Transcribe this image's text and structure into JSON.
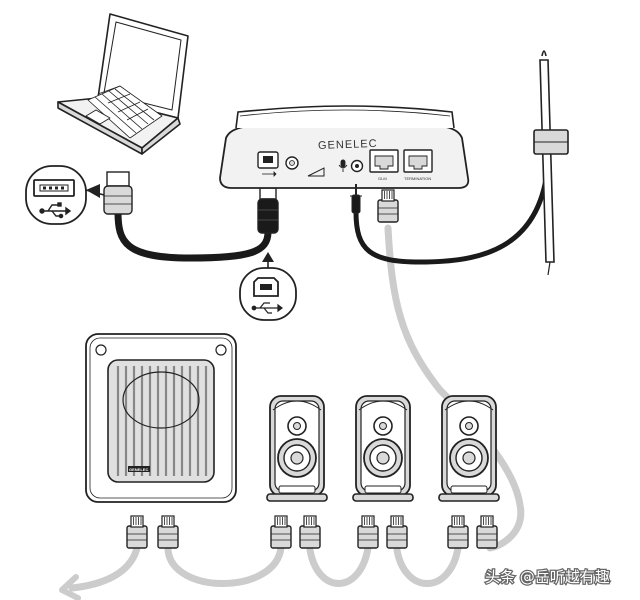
{
  "diagram": {
    "interface_brand": "GENELEC",
    "port_labels": {
      "glm": "GLM",
      "termination": "TERMINATION"
    },
    "subwoofer_badge": "GENELEC",
    "watermark": "头条 @岳听越有趣"
  },
  "colors": {
    "line": "#1a1a1a",
    "usb_cable": "#1a1a1a",
    "network_cable": "#cccccc",
    "plug": "#d9d9d9",
    "speaker_body": "#d9d9d9",
    "outline": "#222222"
  },
  "icons": [
    "laptop-icon",
    "usb-a-port-icon",
    "usb-b-port-icon",
    "usb-symbol-icon",
    "microphone-icon",
    "rj45-plug-icon",
    "speaker-icon",
    "subwoofer-icon"
  ]
}
